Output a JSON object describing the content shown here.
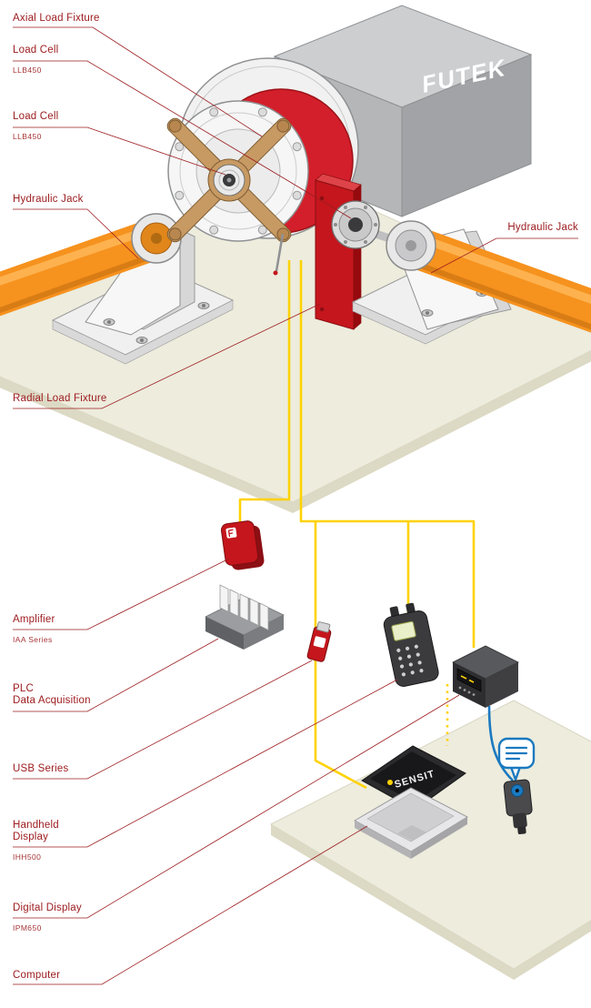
{
  "palette": {
    "label_red": "#9d1d20",
    "futek_red": "#c4161c",
    "hydraulic_orange": "#f6921e",
    "wire_yellow": "#ffd204",
    "wire_blue": "#1a79c0",
    "machine_gray": "#b4b6b8",
    "platform_beige": "#edecdd",
    "fixture_tan": "#c79a63"
  },
  "machine": {
    "brand": "FUTEK"
  },
  "laptop": {
    "screen_text": "SENSIT"
  },
  "labels": {
    "axial_load_fixture": {
      "title": "Axial Load Fixture"
    },
    "load_cell_axial": {
      "title": "Load Cell",
      "model": "LLB450"
    },
    "load_cell_radial": {
      "title": "Load Cell",
      "model": "LLB450"
    },
    "hydraulic_jack_left": {
      "title": "Hydraulic Jack"
    },
    "hydraulic_jack_right": {
      "title": "Hydraulic Jack"
    },
    "radial_load_fixture": {
      "title": "Radial Load Fixture"
    },
    "amplifier": {
      "title": "Amplifier",
      "model": "IAA Series"
    },
    "plc": {
      "title": "PLC",
      "title2": "Data Acquisition"
    },
    "usb": {
      "title": "USB Series"
    },
    "handheld": {
      "title": "Handheld",
      "title2": "Display",
      "model": "IHH500"
    },
    "digital_display": {
      "title": "Digital Display",
      "model": "IPM650"
    },
    "computer": {
      "title": "Computer"
    }
  }
}
